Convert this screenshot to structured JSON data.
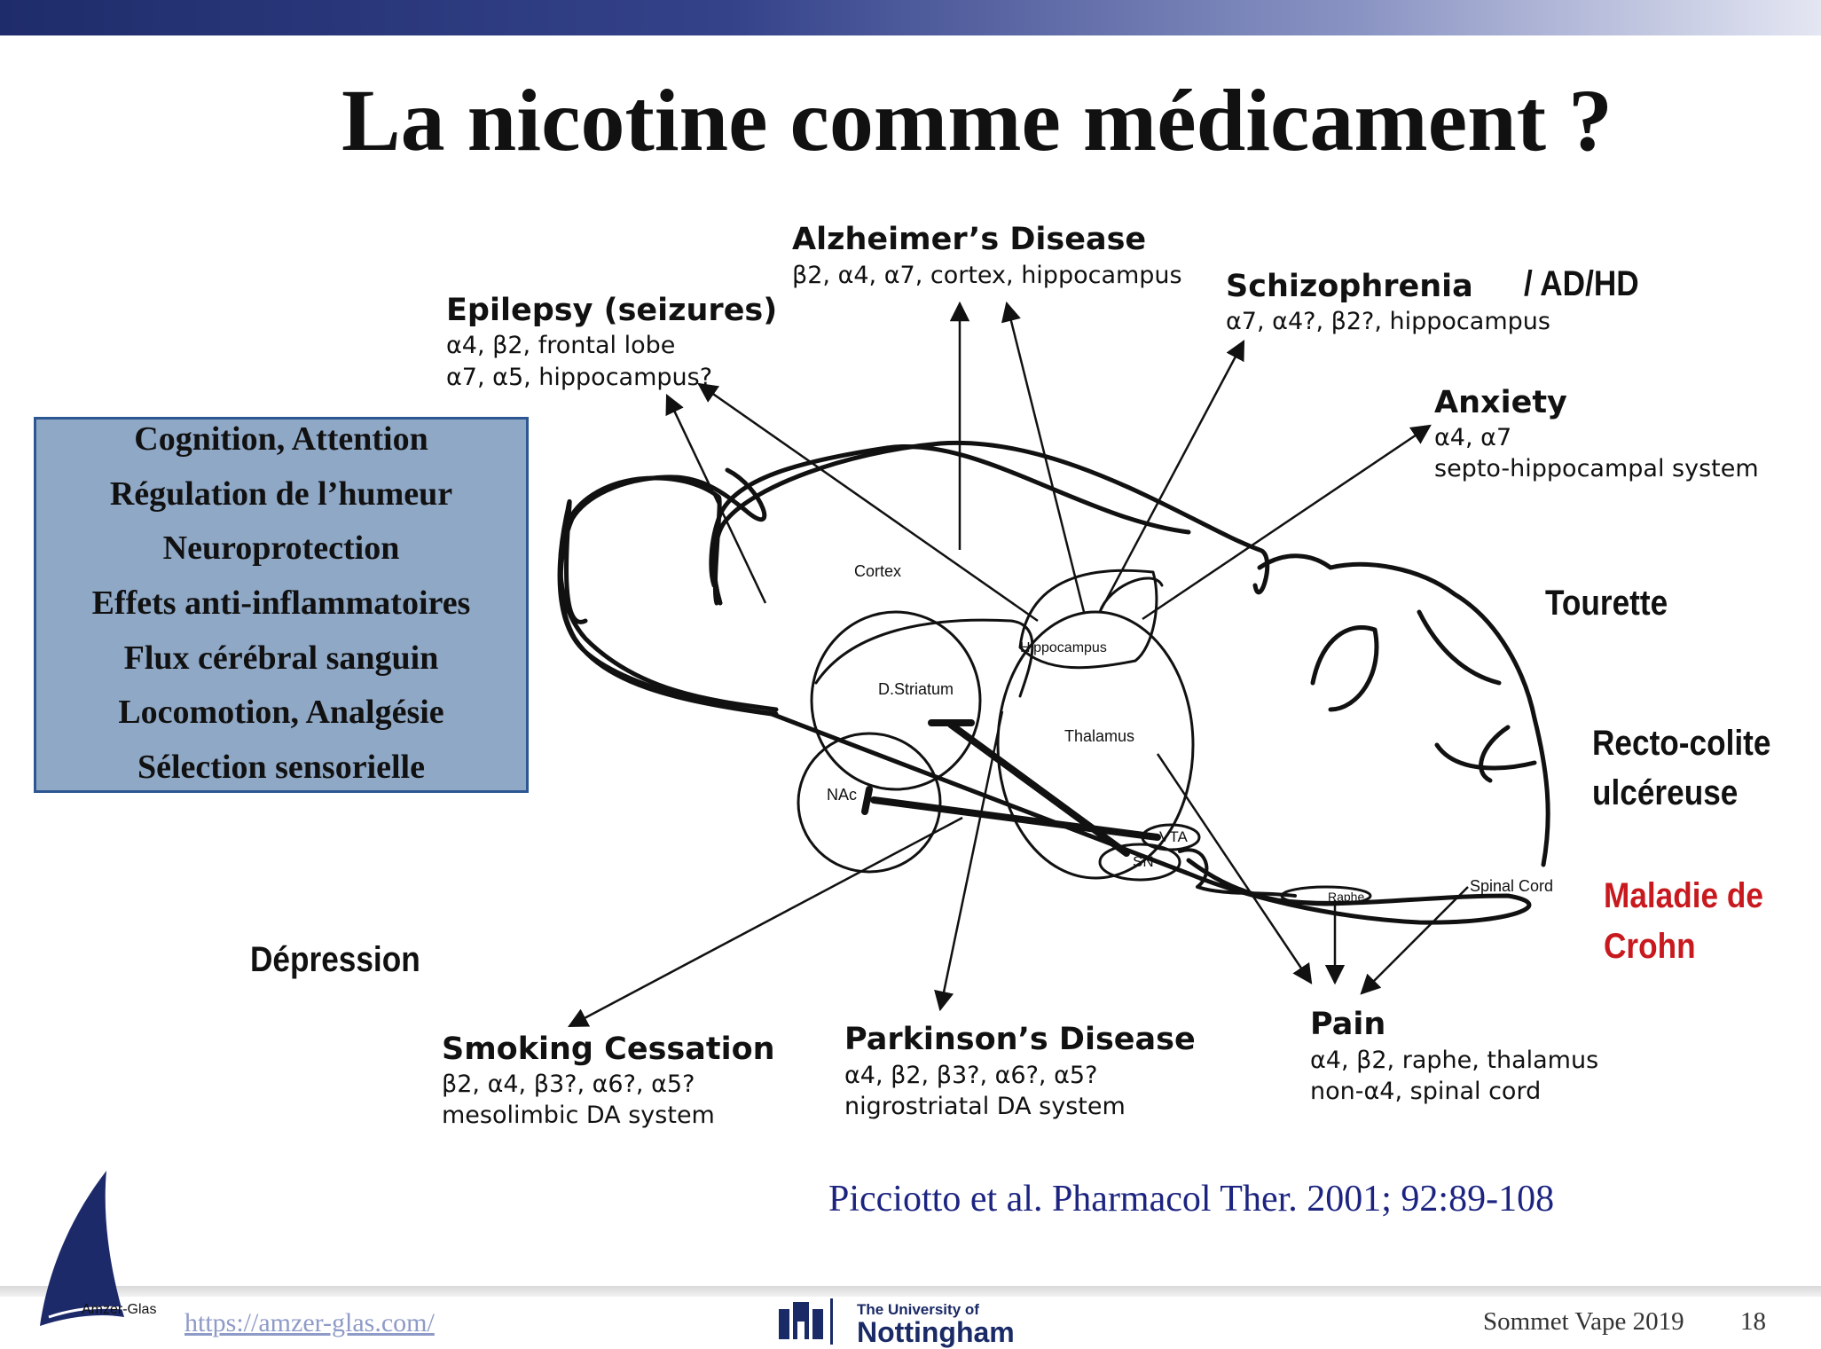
{
  "slide": {
    "title": "La nicotine comme médicament ?",
    "citation": "Picciotto et al. Pharmacol Ther. 2001; 92:89-108",
    "page_number": "18",
    "event": "Sommet Vape 2019",
    "url": "https://amzer-glas.com/",
    "logo_text": "Amzer-Glas",
    "university_line1": "The University of",
    "university_line2": "Nottingham"
  },
  "effects_box": {
    "items": [
      "Cognition, Attention",
      "Régulation de l’humeur",
      "Neuroprotection",
      "Effets anti-inflammatoires",
      "Flux cérébral sanguin",
      "Locomotion, Analgésie",
      "Sélection sensorielle"
    ]
  },
  "diseases": {
    "alzheimer": {
      "name": "Alzheimer’s Disease",
      "detail": "β2, α4, α7, cortex, hippocampus"
    },
    "epilepsy": {
      "name": "Epilepsy (seizures)",
      "detail1": "α4, β2, frontal lobe",
      "detail2": "α7, α5, hippocampus?"
    },
    "schizophrenia": {
      "name": "Schizophrenia",
      "extra": "/ AD/HD",
      "detail": "α7, α4?, β2?, hippocampus"
    },
    "anxiety": {
      "name": "Anxiety",
      "detail1": "α4, α7",
      "detail2": "septo-hippocampal system"
    },
    "smoking": {
      "name": "Smoking Cessation",
      "detail1": "β2, α4, β3?, α6?, α5?",
      "detail2": "mesolimbic DA system"
    },
    "parkinson": {
      "name": "Parkinson’s Disease",
      "detail1": "α4, β2, β3?, α6?, α5?",
      "detail2": "nigrostriatal DA system"
    },
    "pain": {
      "name": "Pain",
      "detail1": "α4, β2, raphe, thalamus",
      "detail2": "non-α4, spinal cord"
    }
  },
  "side_labels": {
    "tourette": "Tourette",
    "recto1": "Recto-colite",
    "recto2": "ulcéreuse",
    "crohn1": "Maladie de",
    "crohn2": "Crohn",
    "depression": "Dépression"
  },
  "brain_regions": {
    "cortex": "Cortex",
    "hippocampus": "Hippocampus",
    "striatum": "D.Striatum",
    "thalamus": "Thalamus",
    "nac": "NAc",
    "vta": "VTA",
    "sn": "SN",
    "raphe": "Raphe",
    "spinal": "Spinal Cord"
  },
  "colors": {
    "box_fill": "#8fa8c6",
    "box_border": "#2d5792",
    "citation": "#1c2480",
    "highlight": "#c8191e"
  }
}
